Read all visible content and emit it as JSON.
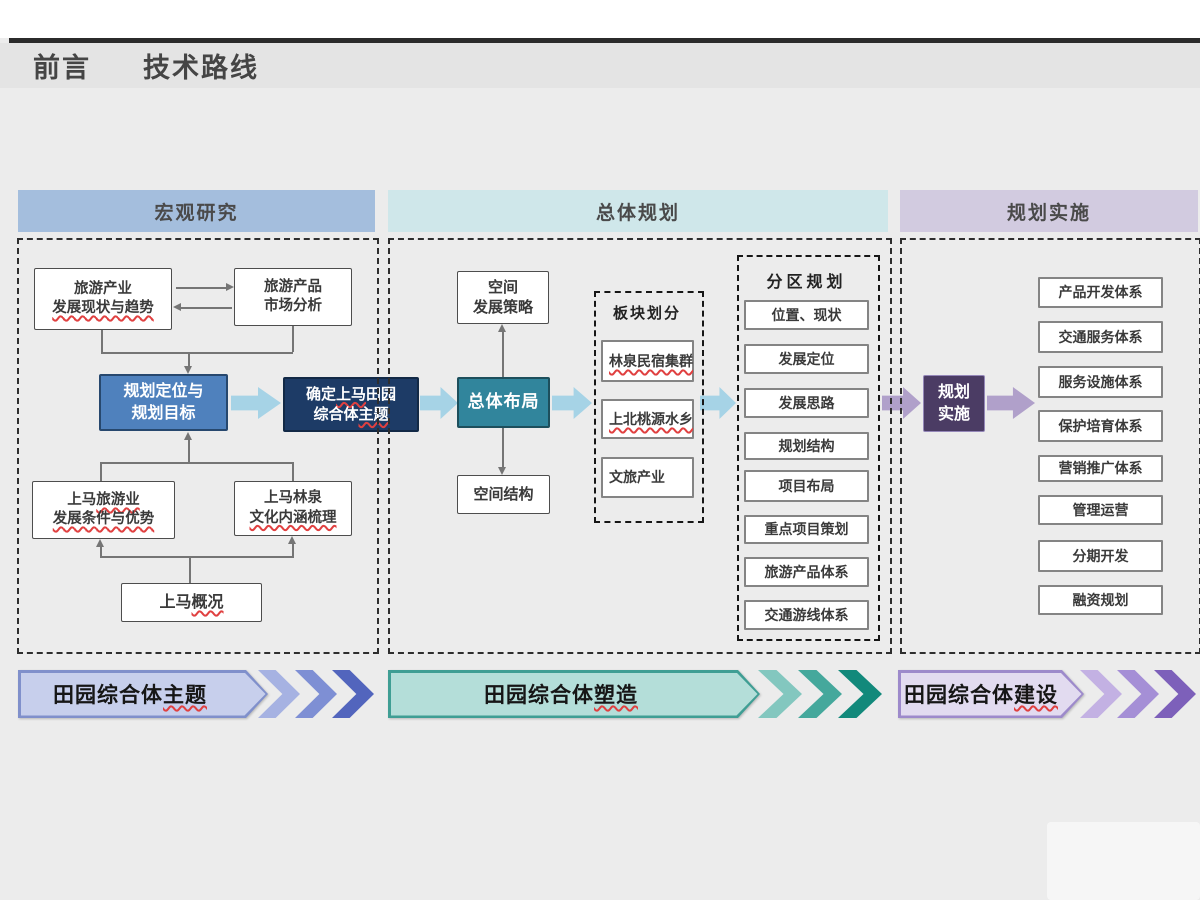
{
  "title": {
    "prefix": "前言",
    "text": "技术路线"
  },
  "columns": [
    {
      "header": "宏观研究"
    },
    {
      "header": "总体规划"
    },
    {
      "header": "规划实施"
    }
  ],
  "macro": {
    "box_a": {
      "l1": "旅游产业",
      "l2": "发展现状与趋势"
    },
    "box_b": {
      "l1": "旅游产品",
      "l2": "市场分析"
    },
    "box_c": {
      "l1": "规划定位与",
      "l2": "规划目标"
    },
    "box_d": {
      "l1a": "确定",
      "l1b": "上马",
      "l1c": "田园",
      "l2a": "综合体",
      "l2b": "主题"
    },
    "box_e": {
      "l1a": "上马",
      "l1b": "旅游业",
      "l2": "发展条件与优势"
    },
    "box_f": {
      "l1": "上马林泉",
      "l2": "文化内涵梳理"
    },
    "box_g": {
      "a": "上马",
      "b": "概况"
    }
  },
  "master": {
    "box_h": {
      "l1": "空间",
      "l2": "发展策略"
    },
    "box_i": "总体布局",
    "box_j": "空间结构",
    "plates": {
      "title": "板块划分",
      "items": [
        "林泉民宿集群",
        "上北桃源水乡",
        "文旅产业"
      ]
    },
    "zoning": {
      "title": "分区规划",
      "items": [
        "位置、现状",
        "发展定位",
        "发展思路",
        "规划结构",
        "项目布局",
        "重点项目策划",
        "旅游产品体系",
        "交通游线体系"
      ]
    }
  },
  "impl": {
    "box_k": {
      "l1": "规划",
      "l2": "实施"
    },
    "items": [
      "产品开发体系",
      "交通服务体系",
      "服务设施体系",
      "保护培育体系",
      "营销推广体系",
      "管理运营",
      "分期开发",
      "融资规划"
    ]
  },
  "banners": [
    {
      "plain": "田园综合体",
      "wavy": "主题"
    },
    {
      "plain": "田园综合体",
      "wavy": "塑造"
    },
    {
      "plain": "田园综合体",
      "wavy": "建设"
    }
  ],
  "colors": {
    "header-macro": "#a4bedd",
    "header-master": "#cfe7ea",
    "header-impl": "#d2cbe0",
    "box-primary-blue": "#4f81bd",
    "box-dark-navy": "#1d3b66",
    "box-teal": "#31859c",
    "box-dark-purple": "#4b3c64",
    "arrow-blue": "#a6d3e6",
    "arrow-purple": "#b0a0ca",
    "banner1-fill": "#c7cfec",
    "banner1-edge": "#8090cb",
    "banner1-chev1": "#a6b2e2",
    "banner1-chev2": "#7e8fd4",
    "banner1-chev3": "#5265bd",
    "banner2-fill": "#b4ded9",
    "banner2-edge": "#3f9e94",
    "banner2-chev1": "#83c7bf",
    "banner2-chev2": "#45a89c",
    "banner2-chev3": "#12897b",
    "banner3-fill": "#e2dbf0",
    "banner3-edge": "#9d8acb",
    "banner3-chev1": "#c3b1e3",
    "banner3-chev2": "#a58fd6",
    "banner3-chev3": "#7d60ba",
    "wavy-red": "#e04040"
  }
}
